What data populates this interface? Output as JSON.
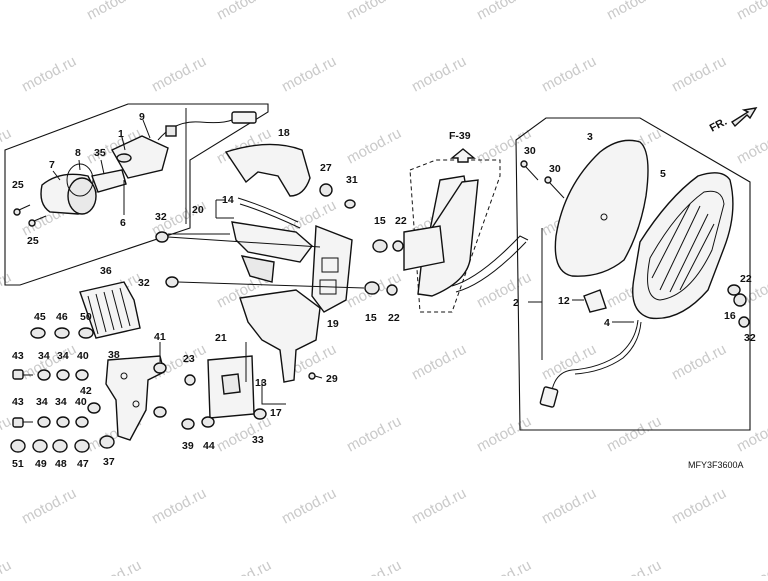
{
  "watermark": "motod.ru",
  "diagram_code": "MFY3F3600A",
  "direction_label": "FR.",
  "reference_label": "F-39",
  "callouts": {
    "c1": "1",
    "c2": "2",
    "c3": "3",
    "c4": "4",
    "c5": "5",
    "c6": "6",
    "c7": "7",
    "c8": "8",
    "c9": "9",
    "c12": "12",
    "c13": "13",
    "c14": "14",
    "c15a": "15",
    "c15b": "15",
    "c16": "16",
    "c17": "17",
    "c18": "18",
    "c19": "19",
    "c20": "20",
    "c21": "21",
    "c22a": "22",
    "c22b": "22",
    "c22c": "22",
    "c23": "23",
    "c25a": "25",
    "c25b": "25",
    "c27": "27",
    "c29": "29",
    "c30a": "30",
    "c30b": "30",
    "c31": "31",
    "c32a": "32",
    "c32b": "32",
    "c32c": "32",
    "c33": "33",
    "c34a": "34",
    "c34b": "34",
    "c34c": "34",
    "c34d": "34",
    "c35": "35",
    "c36": "36",
    "c37": "37",
    "c38": "38",
    "c39": "39",
    "c40a": "40",
    "c40b": "40",
    "c41": "41",
    "c42": "42",
    "c43a": "43",
    "c43b": "43",
    "c44": "44",
    "c45": "45",
    "c46": "46",
    "c47": "47",
    "c48": "48",
    "c49": "49",
    "c50": "50",
    "c51": "51"
  }
}
